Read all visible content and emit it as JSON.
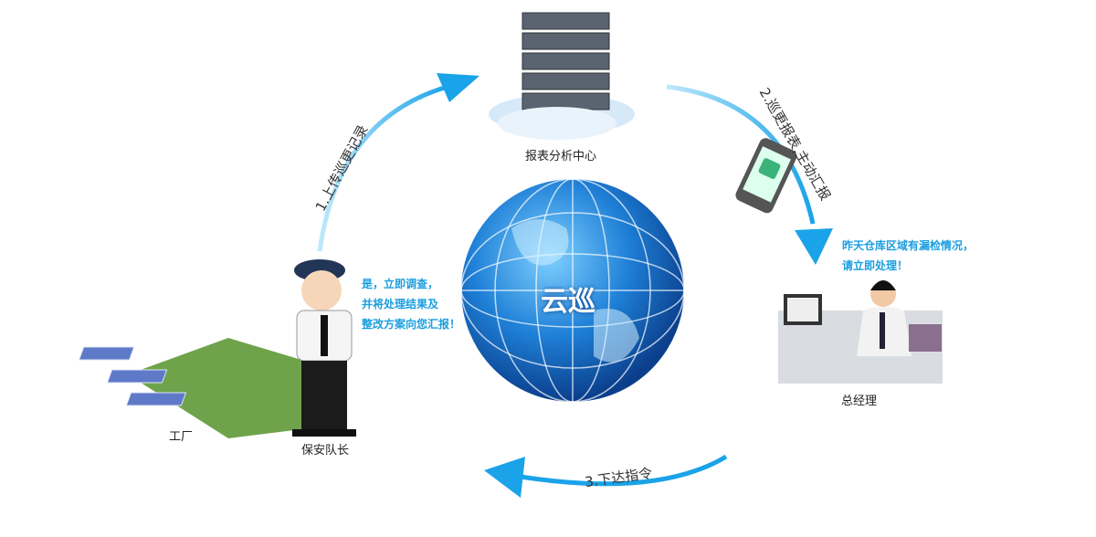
{
  "center": {
    "label": "云巡"
  },
  "nodes": {
    "server": "报表分析中心",
    "manager": "总经理",
    "guard": "保安队长",
    "factory": "工厂"
  },
  "steps": {
    "step1": "1.上传巡更记录",
    "step2": "2.巡更报表,主动汇报",
    "step3": "3.下达指令"
  },
  "speech": {
    "manager_lines": [
      "昨天仓库区域有漏检情况，",
      "请立即处理！"
    ],
    "guard_lines": [
      "是，立即调查，",
      "并将处理结果及",
      "整改方案向您汇报！"
    ]
  },
  "colors": {
    "arrow": "#1aa3e8",
    "globe": "#1d6fc4",
    "speech": "#1a9ee0"
  }
}
